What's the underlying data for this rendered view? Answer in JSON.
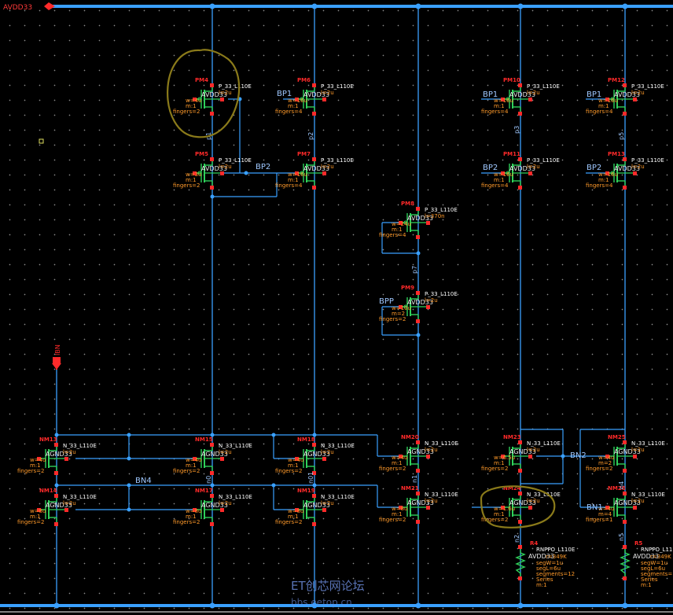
{
  "rails": {
    "top": "AVDD33",
    "input": "IBN"
  },
  "nets": {
    "bp1": "BP1",
    "bp2": "BP2",
    "bpp": "BPP",
    "bn2": "BN2",
    "bn1": "BN1",
    "bn4": "BN4",
    "p1": "p1",
    "p2": "p2",
    "p3": "p3",
    "p5": "p5",
    "p7": "p7",
    "n0": "n0",
    "n01": "n01",
    "n1": "n1",
    "n2": "n2",
    "n4": "n4",
    "n5": "n5"
  },
  "pins": {
    "avdd": "AVDD33",
    "agnd": "AGND33"
  },
  "devices": [
    {
      "id": "PM4",
      "name": "PM4",
      "model": "P_33_L110E",
      "l": "l=2u",
      "w": "w=4u",
      "m": "m:1",
      "f": "fingers=2"
    },
    {
      "id": "PM5",
      "name": "PM5",
      "model": "P_33_L110E",
      "l": "l=2u",
      "w": "w=3u",
      "m": "m:1",
      "f": "fingers=2"
    },
    {
      "id": "PM6",
      "name": "PM6",
      "model": "P_33_L110E",
      "l": "l=2u",
      "w": "w=16u",
      "m": "m:1",
      "f": "fingers=4"
    },
    {
      "id": "PM7",
      "name": "PM7",
      "model": "P_33_L110E",
      "l": "l=2u",
      "w": "w=16u",
      "m": "m:1",
      "f": "fingers=4"
    },
    {
      "id": "PM10",
      "name": "PM10",
      "model": "P_33_L110E",
      "l": "l=2u",
      "w": "w=16u",
      "m": "m:1",
      "f": "fingers=4"
    },
    {
      "id": "PM11",
      "name": "PM11",
      "model": "P_33_L110E",
      "l": "l=2u",
      "w": "w=16u",
      "m": "m:1",
      "f": "fingers=4"
    },
    {
      "id": "PM12",
      "name": "PM12",
      "model": "P_33_L110E",
      "l": "l=2u",
      "w": "w=16u",
      "m": "m:1",
      "f": "fingers=4"
    },
    {
      "id": "PM13",
      "name": "PM13",
      "model": "P_33_L110E",
      "l": "l=2u",
      "w": "w=16u",
      "m": "m:1",
      "f": "fingers=4"
    },
    {
      "id": "PM8",
      "name": "PM8",
      "model": "P_33_L110E",
      "l": "l=370n",
      "w": "w=24u",
      "m": "m:1",
      "f": "fingers=4"
    },
    {
      "id": "PM9",
      "name": "PM9",
      "model": "P_33_L110E",
      "l": "l=2u",
      "w": "w=10u",
      "m": "m=2",
      "f": "fingers=2"
    },
    {
      "id": "NM13",
      "name": "NM13",
      "model": "N_33_L110E",
      "l": "l=2u",
      "w": "w=4u",
      "m": "m:1",
      "f": "fingers=2"
    },
    {
      "id": "NM14",
      "name": "NM14",
      "model": "N_33_L110E",
      "l": "l=2u",
      "w": "w=8u",
      "m": "m:1",
      "f": "fingers=2"
    },
    {
      "id": "NM15",
      "name": "NM15",
      "model": "N_33_L110E",
      "l": "l=2u",
      "w": "w=4u",
      "m": "m:1",
      "f": "fingers=2"
    },
    {
      "id": "NM17",
      "name": "NM17",
      "model": "N_33_L110E",
      "l": "l=2u",
      "w": "w=8u",
      "m": "m:1",
      "f": "fingers=2"
    },
    {
      "id": "NM18",
      "name": "NM18",
      "model": "N_33_L110E",
      "l": "l=2u",
      "w": "w=4u",
      "m": "m:1",
      "f": "fingers=2"
    },
    {
      "id": "NM19",
      "name": "NM19",
      "model": "N_33_L110E",
      "l": "l=2u",
      "w": "w=8u",
      "m": "m:1",
      "f": "fingers=2"
    },
    {
      "id": "NM20",
      "name": "NM20",
      "model": "N_33_L110E",
      "l": "l=2u",
      "w": "w=4u",
      "m": "m:1",
      "f": "fingers=2"
    },
    {
      "id": "NM21",
      "name": "NM21",
      "model": "N_33_L110E",
      "l": "l=2u",
      "w": "w=8u",
      "m": "m:1",
      "f": "fingers=2"
    },
    {
      "id": "NM23",
      "name": "NM23",
      "model": "N_33_L110E",
      "l": "l=2u",
      "w": "w=6.5u",
      "m": "m:1",
      "f": "fingers=2"
    },
    {
      "id": "NM24",
      "name": "NM24",
      "model": "N_33_L110E",
      "l": "l=2u",
      "w": "w=1.6u",
      "m": "m:1",
      "f": "fingers=2"
    },
    {
      "id": "NM25",
      "name": "NM25",
      "model": "N_33_L110E",
      "l": "l=2u",
      "w": "w=4u",
      "m": "m=2",
      "f": "fingers=2"
    },
    {
      "id": "NM26",
      "name": "NM26",
      "model": "N_33_L110E",
      "l": "l=2u",
      "w": "w=4u",
      "m": "m=4",
      "f": "fingers=1"
    }
  ],
  "resistors": [
    {
      "id": "R4",
      "name": "R4",
      "model": "RNPPO_L110E",
      "val": "r=349K",
      "w": "segW=1u",
      "l": "segL=6u",
      "seg": "segments=12",
      "ser": "Series",
      "m": "m:1"
    },
    {
      "id": "R5",
      "name": "R5",
      "model": "RNPPO_L11",
      "val": "r=349K",
      "w": "segW=1u",
      "l": "segL=6u",
      "seg": "segments=",
      "ser": "Series",
      "m": "m:1"
    }
  ],
  "watermark": {
    "line1": "ET创芯网论坛",
    "line2": "bbs.eetop.cn"
  },
  "colors": {
    "wire": "#3aa0ff",
    "device": "#2fd05a",
    "pin": "#ff2a2a",
    "label": "#ff9a2a",
    "annotation": "#8a7a1a"
  }
}
